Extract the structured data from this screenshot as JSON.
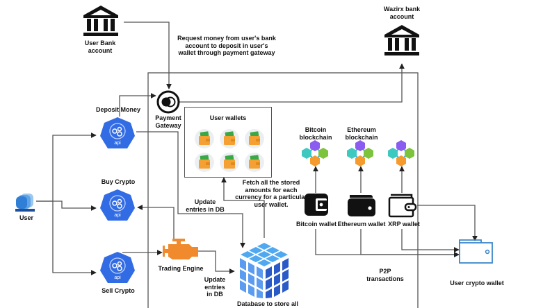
{
  "diagram": {
    "title_note": "Request money from user's bank\naccount to deposit in user's\nwallet through payment gateway",
    "nodes": {
      "user_bank": {
        "label": "User Bank\naccount",
        "icon": "bank-icon"
      },
      "wazirx_bank": {
        "label": "Wazirx bank\naccount",
        "icon": "bank-icon"
      },
      "payment_gateway": {
        "label": "Payment\nGateway",
        "icon": "payment-gateway-icon"
      },
      "deposit_money": {
        "label": "Deposit Money",
        "icon": "api-icon",
        "icon_text": "api"
      },
      "buy_crypto": {
        "label": "Buy Crypto",
        "icon": "api-icon",
        "icon_text": "api"
      },
      "sell_crypto": {
        "label": "Sell Crypto",
        "icon": "api-icon",
        "icon_text": "api"
      },
      "user": {
        "label": "User",
        "icon": "user-group-icon"
      },
      "user_wallets": {
        "label": "User wallets",
        "count": 6,
        "icon": "wallet-cash-icon"
      },
      "trading_engine": {
        "label": "Trading Engine",
        "icon": "engine-icon"
      },
      "database": {
        "label": "Database to store all",
        "icon": "database-cube-icon"
      },
      "bitcoin_blockchain": {
        "label": "Bitcoin\nblockchain",
        "icon": "blockchain-icon"
      },
      "ethereum_blockchain": {
        "label": "Ethereum\nblockchain",
        "icon": "blockchain-icon"
      },
      "xrp_blockchain": {
        "label": "",
        "icon": "blockchain-icon"
      },
      "bitcoin_wallet": {
        "label": "Bitcoin wallet",
        "icon": "wallet-icon"
      },
      "ethereum_wallet": {
        "label": "Ethereum wallet",
        "icon": "wallet-icon"
      },
      "xrp_wallet": {
        "label": "XRP wallet",
        "icon": "wallet-outline-icon"
      },
      "user_crypto_wallet": {
        "label": "User crypto wallet",
        "icon": "wallet-outline-icon"
      }
    },
    "edge_labels": {
      "update_entries_1": "Update\nentries in DB",
      "update_entries_2": "Update entries\nin DB",
      "fetch_amounts": "Fetch all the stored\namounts for each\ncurrency for a particular\nuser wallet.",
      "p2p": "P2P\ntransactions"
    },
    "colors": {
      "api_blue": "#326ce5",
      "engine_orange": "#f08a2c",
      "wallet_orange": "#f4a033",
      "cash_green": "#3aa845",
      "crypto_wallet_blue": "#3b86c9",
      "line": "#555555"
    }
  }
}
